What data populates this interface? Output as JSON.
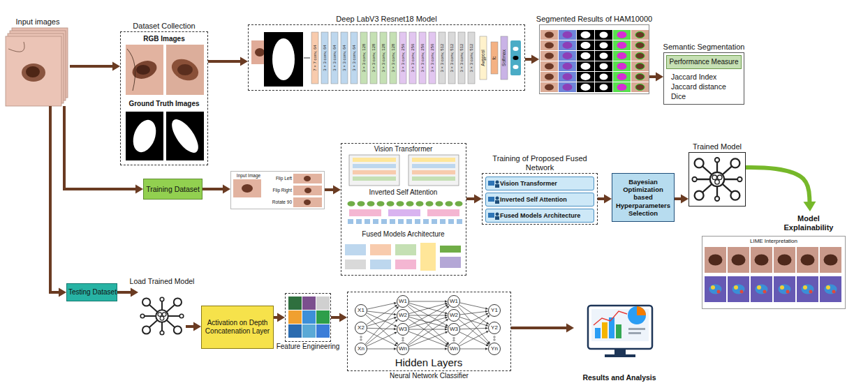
{
  "diagram": {
    "nodes": [
      {
        "text": [
          "Input images"
        ]
      },
      {
        "text": [
          "Dataset Collection"
        ]
      },
      {
        "text": [
          "RGB Images"
        ],
        "in": 1
      },
      {
        "text": [
          "Ground Truth Images"
        ],
        "in": 1
      },
      {
        "text": [
          "Deep LabV3 Resnet18 Model"
        ]
      },
      {
        "text": [
          "Segmented Results of HAM10000"
        ]
      },
      {
        "text": [
          "Semantic Segmentation",
          "Jaccard Index",
          "Jaccard distance",
          "Dice"
        ]
      },
      {
        "text": [
          "Performance Measure"
        ],
        "in": 6
      },
      {
        "text": [
          "Training Dataset"
        ]
      },
      {
        "text": [
          "Input Image",
          "Flip Left",
          "Flip Right",
          "Rotate 90"
        ]
      },
      {
        "text": [
          "Vision Transformer",
          "Inverted Self Attention",
          "Fused Models Architecture"
        ]
      },
      {
        "text": [
          "Training of Proposed Fused Network"
        ]
      },
      {
        "text": [
          "Vision Transformer"
        ],
        "in": 11
      },
      {
        "text": [
          "Inverted Self Attention"
        ],
        "in": 11
      },
      {
        "text": [
          "Fused Models Architecture"
        ],
        "in": 11
      },
      {
        "text": [
          "Bayesian Optimization based Hyperparameters Selection"
        ]
      },
      {
        "text": [
          "Trained Model"
        ]
      },
      {
        "text": [
          "Model Explainability"
        ]
      },
      {
        "text": [
          "LIME Interpretation"
        ],
        "in": 17
      },
      {
        "text": [
          "Testing Dataset"
        ]
      },
      {
        "text": [
          "Load Trained Model"
        ]
      },
      {
        "text": [
          "Activation on Depth Concatenation Layer"
        ]
      },
      {
        "text": [
          "Feature Engineering"
        ]
      },
      {
        "text": [
          "Hidden Layers",
          "Neural Network Classifier"
        ]
      },
      {
        "text": [
          "X1"
        ],
        "in": 23
      },
      {
        "text": [
          "X2"
        ],
        "in": 23
      },
      {
        "text": [
          "Xn"
        ],
        "in": 23
      },
      {
        "text": [
          "W1"
        ],
        "in": 23
      },
      {
        "text": [
          "W2"
        ],
        "in": 23
      },
      {
        "text": [
          "W3"
        ],
        "in": 23
      },
      {
        "text": [
          "Wn"
        ],
        "in": 23
      },
      {
        "text": [
          "W1"
        ],
        "in": 23
      },
      {
        "text": [
          "W2"
        ],
        "in": 23
      },
      {
        "text": [
          "W3"
        ],
        "in": 23
      },
      {
        "text": [
          "Wn"
        ],
        "in": 23
      },
      {
        "text": [
          "Y1"
        ],
        "in": 23
      },
      {
        "text": [
          "Y2"
        ],
        "in": 23
      },
      {
        "text": [
          "Yn"
        ],
        "in": 23
      },
      {
        "text": [
          "Results and Analysis"
        ]
      }
    ],
    "edges": [
      {
        "from": 0,
        "to": 1,
        "arrow": "to"
      },
      {
        "from": 1,
        "to": 4,
        "arrow": "to"
      },
      {
        "from": 4,
        "to": 5,
        "arrow": "to"
      },
      {
        "from": 5,
        "to": 6,
        "arrow": "to"
      },
      {
        "from": 0,
        "to": 8,
        "arrow": "to"
      },
      {
        "from": 8,
        "to": 9,
        "arrow": "to"
      },
      {
        "from": 9,
        "to": 10,
        "arrow": "to"
      },
      {
        "from": 10,
        "to": 11,
        "arrow": "to"
      },
      {
        "from": 11,
        "to": 15,
        "arrow": "to"
      },
      {
        "from": 15,
        "to": 16,
        "arrow": "to"
      },
      {
        "from": 16,
        "to": 17,
        "arrow": "to"
      },
      {
        "from": 0,
        "to": 19,
        "arrow": "to"
      },
      {
        "from": 19,
        "to": 20,
        "arrow": "to"
      },
      {
        "from": 20,
        "to": 21,
        "arrow": "to"
      },
      {
        "from": 21,
        "to": 22,
        "arrow": "to"
      },
      {
        "from": 22,
        "to": 23,
        "arrow": "to"
      },
      {
        "from": 23,
        "to": 38,
        "arrow": "to"
      },
      {
        "from": 24,
        "to": 27,
        "arrow": "to"
      },
      {
        "from": 24,
        "to": 28,
        "arrow": "to"
      },
      {
        "from": 24,
        "to": 29,
        "arrow": "to"
      },
      {
        "from": 24,
        "to": 30,
        "arrow": "to"
      },
      {
        "from": 25,
        "to": 27,
        "arrow": "to"
      },
      {
        "from": 25,
        "to": 28,
        "arrow": "to"
      },
      {
        "from": 25,
        "to": 29,
        "arrow": "to"
      },
      {
        "from": 25,
        "to": 30,
        "arrow": "to"
      },
      {
        "from": 26,
        "to": 27,
        "arrow": "to"
      },
      {
        "from": 26,
        "to": 28,
        "arrow": "to"
      },
      {
        "from": 26,
        "to": 29,
        "arrow": "to"
      },
      {
        "from": 26,
        "to": 30,
        "arrow": "to"
      },
      {
        "from": 27,
        "to": 31,
        "arrow": "to"
      },
      {
        "from": 27,
        "to": 32,
        "arrow": "to"
      },
      {
        "from": 27,
        "to": 33,
        "arrow": "to"
      },
      {
        "from": 27,
        "to": 34,
        "arrow": "to"
      },
      {
        "from": 28,
        "to": 31,
        "arrow": "to"
      },
      {
        "from": 28,
        "to": 32,
        "arrow": "to"
      },
      {
        "from": 28,
        "to": 33,
        "arrow": "to"
      },
      {
        "from": 28,
        "to": 34,
        "arrow": "to"
      },
      {
        "from": 29,
        "to": 31,
        "arrow": "to"
      },
      {
        "from": 29,
        "to": 32,
        "arrow": "to"
      },
      {
        "from": 29,
        "to": 33,
        "arrow": "to"
      },
      {
        "from": 29,
        "to": 34,
        "arrow": "to"
      },
      {
        "from": 30,
        "to": 31,
        "arrow": "to"
      },
      {
        "from": 30,
        "to": 32,
        "arrow": "to"
      },
      {
        "from": 30,
        "to": 33,
        "arrow": "to"
      },
      {
        "from": 30,
        "to": 34,
        "arrow": "to"
      },
      {
        "from": 31,
        "to": 35,
        "arrow": "to"
      },
      {
        "from": 31,
        "to": 36,
        "arrow": "to"
      },
      {
        "from": 31,
        "to": 37,
        "arrow": "to"
      },
      {
        "from": 32,
        "to": 35,
        "arrow": "to"
      },
      {
        "from": 32,
        "to": 36,
        "arrow": "to"
      },
      {
        "from": 32,
        "to": 37,
        "arrow": "to"
      },
      {
        "from": 33,
        "to": 35,
        "arrow": "to"
      },
      {
        "from": 33,
        "to": 36,
        "arrow": "to"
      },
      {
        "from": 33,
        "to": 37,
        "arrow": "to"
      },
      {
        "from": 34,
        "to": 35,
        "arrow": "to"
      },
      {
        "from": 34,
        "to": 36,
        "arrow": "to"
      },
      {
        "from": 34,
        "to": 37,
        "arrow": "to"
      }
    ],
    "labels": [
      "7 × 7 conv, 64",
      "3 × 3 conv, 64",
      "3 × 3 conv, 64",
      "3 × 3 conv, 64",
      "3 × 3 conv, 64",
      "3 × 3 conv, 128",
      "3 × 3 conv, 128",
      "3 × 3 conv, 128",
      "3 × 3 conv, 128",
      "3 × 3 conv, 256",
      "3 × 3 conv, 256",
      "3 × 3 conv, 256",
      "3 × 3 conv, 256",
      "3 × 3 conv, 512",
      "3 × 3 conv, 512",
      "3 × 3 conv, 512",
      "3 × 3 conv, 512",
      "Avgpool",
      "fc",
      "Softmax"
    ]
  }
}
